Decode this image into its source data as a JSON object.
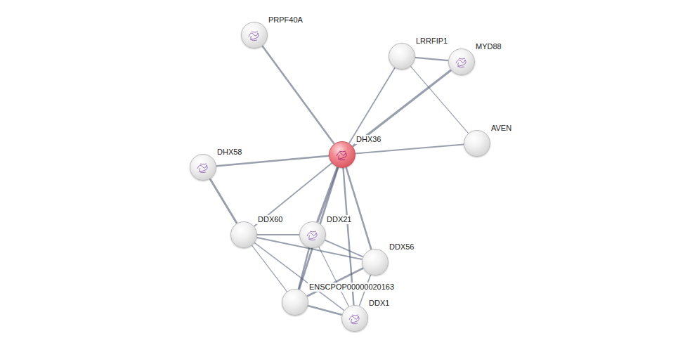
{
  "diagram": {
    "nodes": [
      {
        "text": [
          "PRPF40A"
        ]
      },
      {
        "text": [
          "LRRFIP1"
        ]
      },
      {
        "text": [
          "MYD88"
        ]
      },
      {
        "text": [
          "AVEN"
        ]
      },
      {
        "text": [
          "DHX36"
        ]
      },
      {
        "text": [
          "DHX58"
        ]
      },
      {
        "text": [
          "DDX60"
        ]
      },
      {
        "text": [
          "DDX21"
        ]
      },
      {
        "text": [
          "DDX56"
        ]
      },
      {
        "text": [
          "ENSCPOP00000020163"
        ]
      },
      {
        "text": [
          "DDX1"
        ]
      }
    ],
    "edges": [
      {
        "from": 4,
        "to": 0,
        "arrow": "none"
      },
      {
        "from": 4,
        "to": 1,
        "arrow": "none"
      },
      {
        "from": 4,
        "to": 2,
        "arrow": "none"
      },
      {
        "from": 4,
        "to": 3,
        "arrow": "none"
      },
      {
        "from": 4,
        "to": 5,
        "arrow": "none"
      },
      {
        "from": 4,
        "to": 6,
        "arrow": "none"
      },
      {
        "from": 4,
        "to": 7,
        "arrow": "none"
      },
      {
        "from": 4,
        "to": 8,
        "arrow": "none"
      },
      {
        "from": 4,
        "to": 9,
        "arrow": "none"
      },
      {
        "from": 4,
        "to": 10,
        "arrow": "none"
      },
      {
        "from": 1,
        "to": 2,
        "arrow": "none"
      },
      {
        "from": 1,
        "to": 3,
        "arrow": "none"
      },
      {
        "from": 5,
        "to": 6,
        "arrow": "none"
      },
      {
        "from": 6,
        "to": 7,
        "arrow": "none"
      },
      {
        "from": 6,
        "to": 8,
        "arrow": "none"
      },
      {
        "from": 6,
        "to": 9,
        "arrow": "none"
      },
      {
        "from": 6,
        "to": 10,
        "arrow": "none"
      },
      {
        "from": 7,
        "to": 8,
        "arrow": "none"
      },
      {
        "from": 7,
        "to": 9,
        "arrow": "none"
      },
      {
        "from": 7,
        "to": 10,
        "arrow": "none"
      },
      {
        "from": 8,
        "to": 9,
        "arrow": "none"
      },
      {
        "from": 8,
        "to": 10,
        "arrow": "none"
      },
      {
        "from": 9,
        "to": 10,
        "arrow": "none"
      }
    ]
  }
}
